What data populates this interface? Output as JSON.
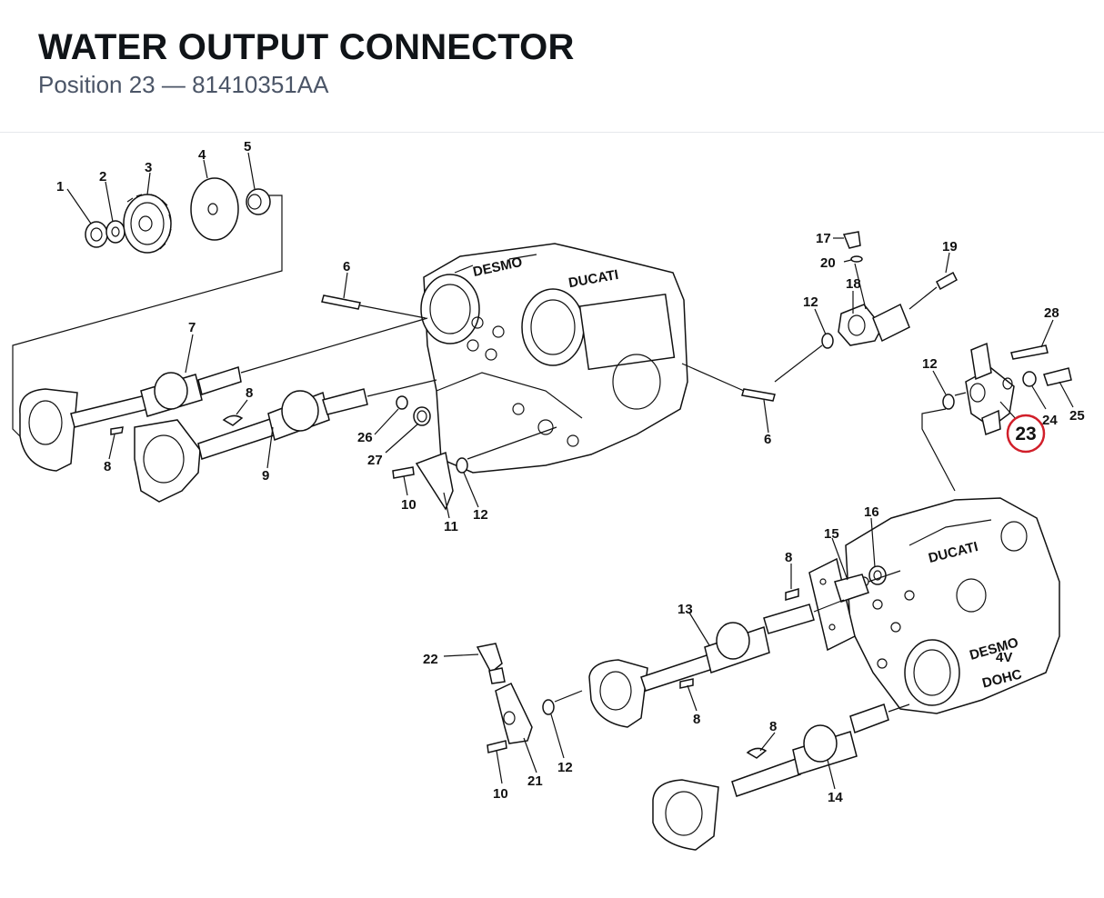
{
  "header": {
    "title": "WATER OUTPUT CONNECTOR",
    "subtitle": "Position 23 — 81410351AA"
  },
  "diagram": {
    "highlight_color": "#d11f2a",
    "highlighted": "23",
    "callouts": {
      "n1": "1",
      "n2": "2",
      "n3": "3",
      "n4": "4",
      "n5": "5",
      "n6a": "6",
      "n6b": "6",
      "n7": "7",
      "n8a": "8",
      "n8b": "8",
      "n8c": "8",
      "n8d": "8",
      "n8e": "8",
      "n9": "9",
      "n10a": "10",
      "n10b": "10",
      "n11": "11",
      "n12a": "12",
      "n12b": "12",
      "n12c": "12",
      "n12d": "12",
      "n13": "13",
      "n14": "14",
      "n15": "15",
      "n16": "16",
      "n17": "17",
      "n18": "18",
      "n19": "19",
      "n20": "20",
      "n21": "21",
      "n22": "22",
      "n23": "23",
      "n24": "24",
      "n25": "25",
      "n26": "26",
      "n27": "27",
      "n28": "28"
    },
    "head_texts": {
      "desmo_top": "DESMO",
      "ducati_top": "DUCATI",
      "ducati_side": "DUCATI",
      "desmo_side": "DESMO",
      "four_v": "4V",
      "dohc": "DOHC"
    }
  }
}
